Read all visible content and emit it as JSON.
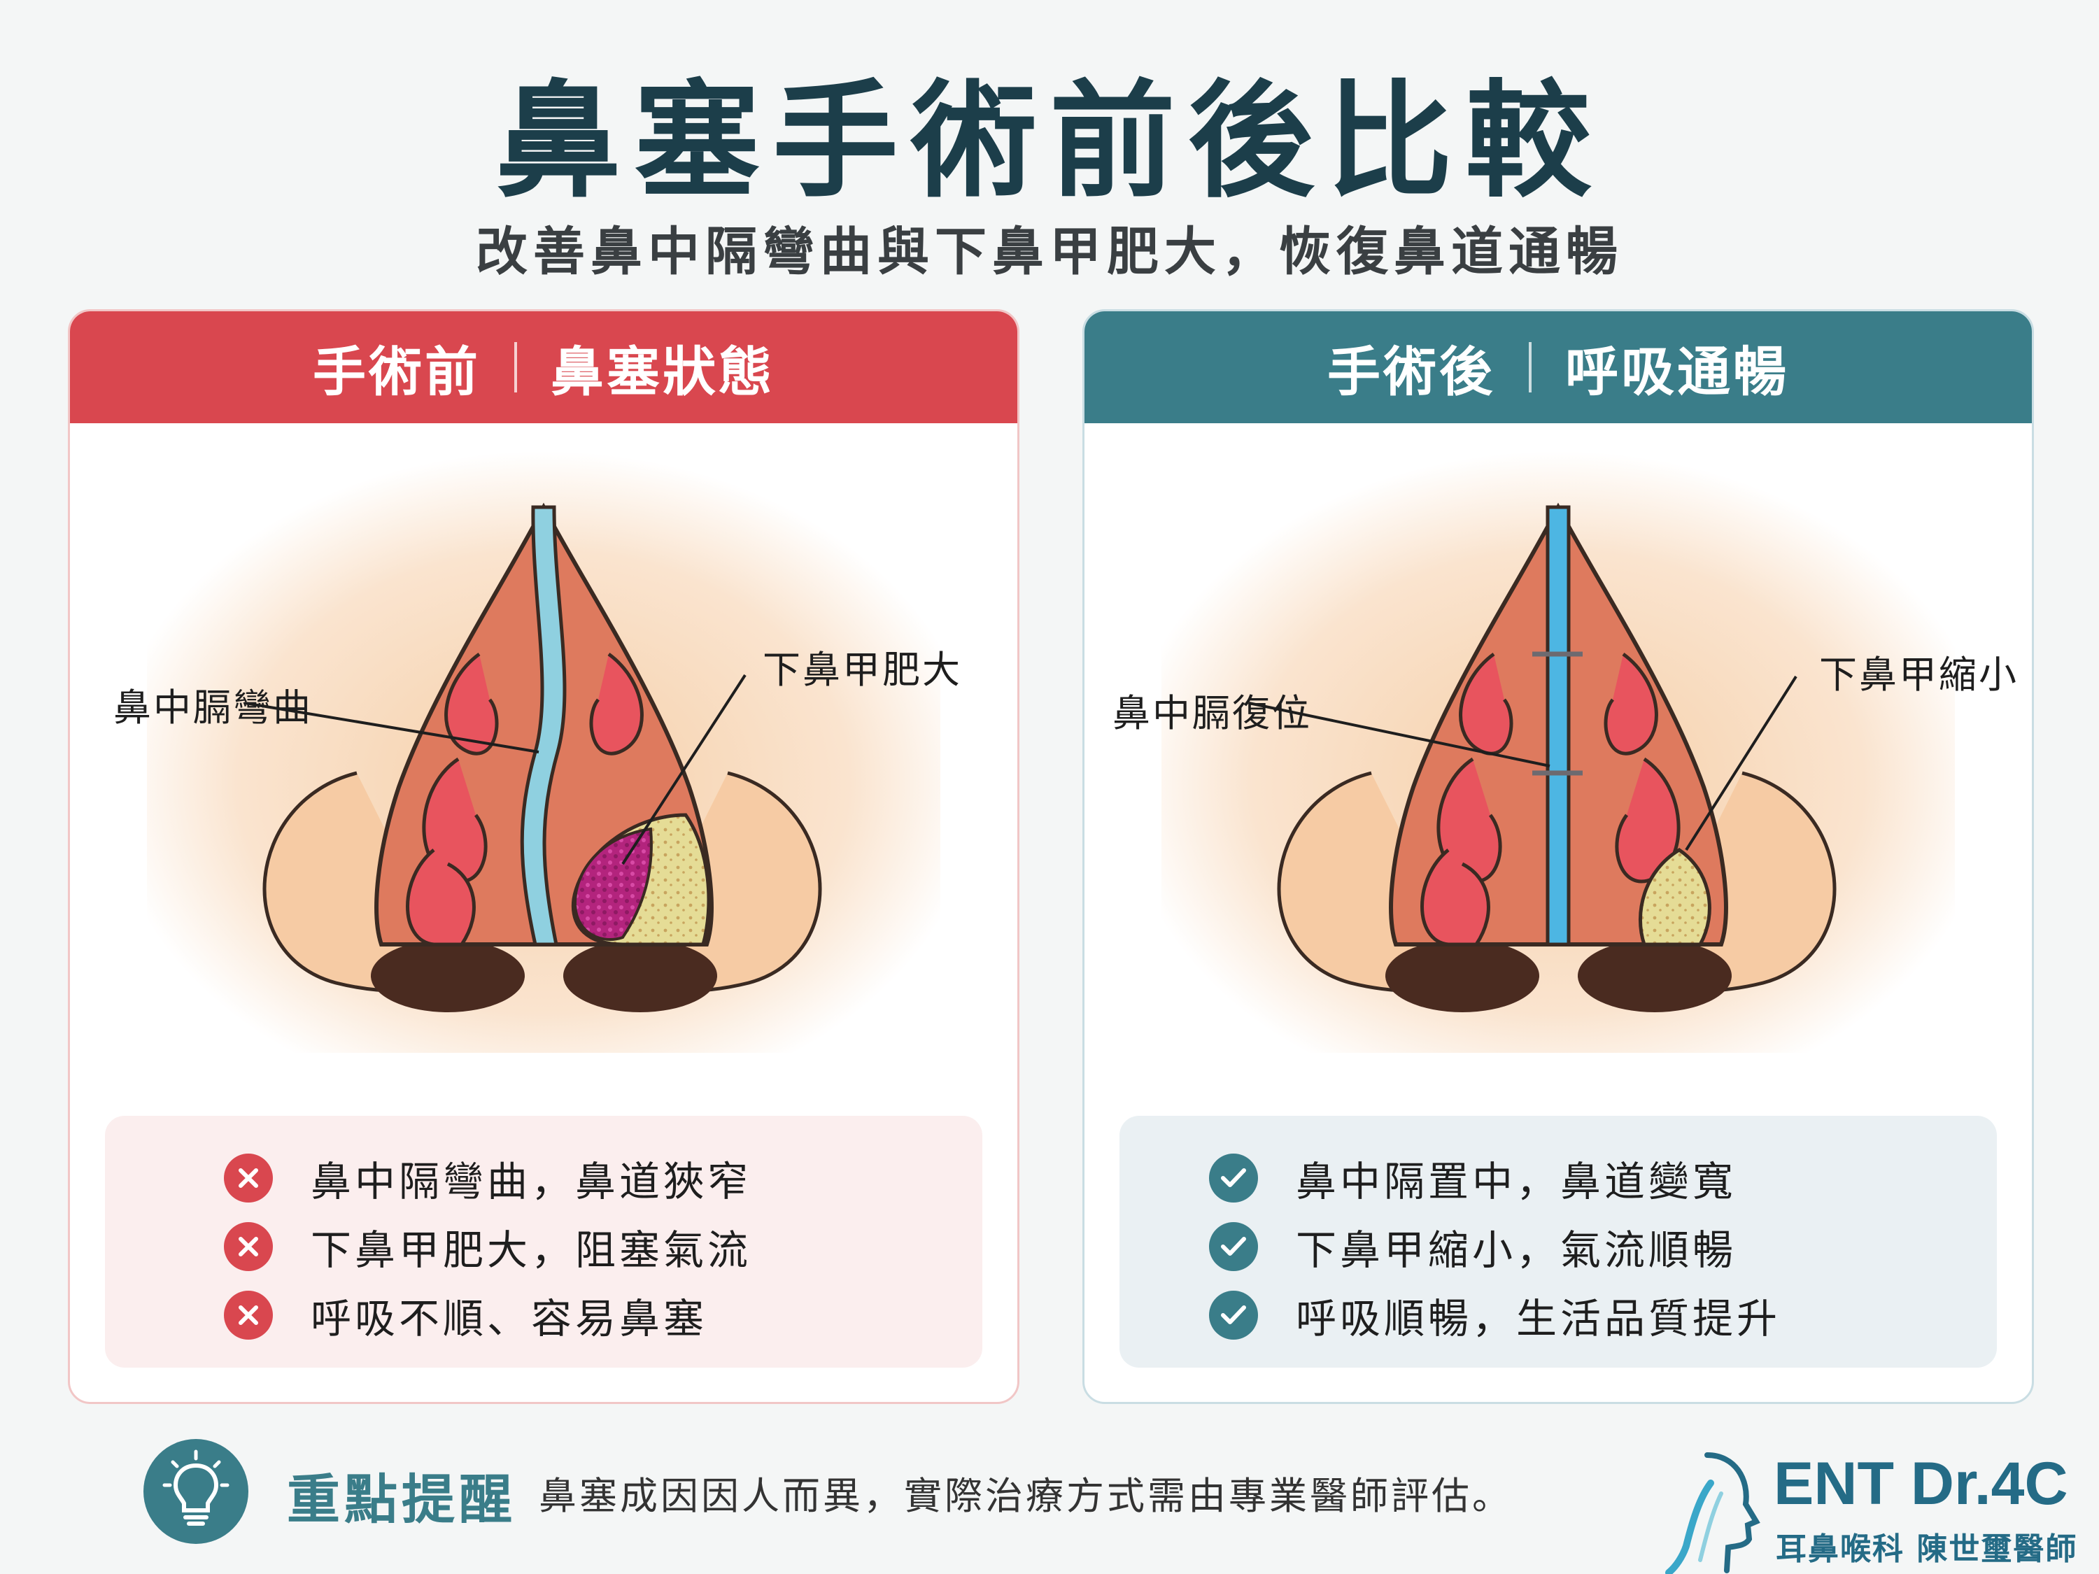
{
  "title": "鼻塞手術前後比較",
  "subtitle": "改善鼻中隔彎曲與下鼻甲肥大，恢復鼻道通暢",
  "colors": {
    "before_accent": "#d9474f",
    "after_accent": "#3a7d89",
    "title": "#1c3e4a",
    "brand": "#246b86"
  },
  "before": {
    "header_left": "手術前",
    "header_right": "鼻塞狀態",
    "label_septum": "鼻中膈彎曲",
    "label_turbinate": "下鼻甲肥大",
    "items": [
      "鼻中隔彎曲，鼻道狹窄",
      "下鼻甲肥大，阻塞氣流",
      "呼吸不順、容易鼻塞"
    ],
    "item_icon": "x-circle-icon"
  },
  "after": {
    "header_left": "手術後",
    "header_right": "呼吸通暢",
    "label_septum": "鼻中膈復位",
    "label_turbinate": "下鼻甲縮小",
    "items": [
      "鼻中隔置中，鼻道變寬",
      "下鼻甲縮小，氣流順暢",
      "呼吸順暢，生活品質提升"
    ],
    "item_icon": "check-circle-icon"
  },
  "footer": {
    "icon": "lightbulb-icon",
    "label": "重點提醒",
    "text": "鼻塞成因因人而異，實際治療方式需由專業醫師評估。"
  },
  "brand": {
    "name": "ENT Dr.4C",
    "subtitle": "耳鼻喉科 陳世璽醫師",
    "logo": "head-profile-logo"
  }
}
